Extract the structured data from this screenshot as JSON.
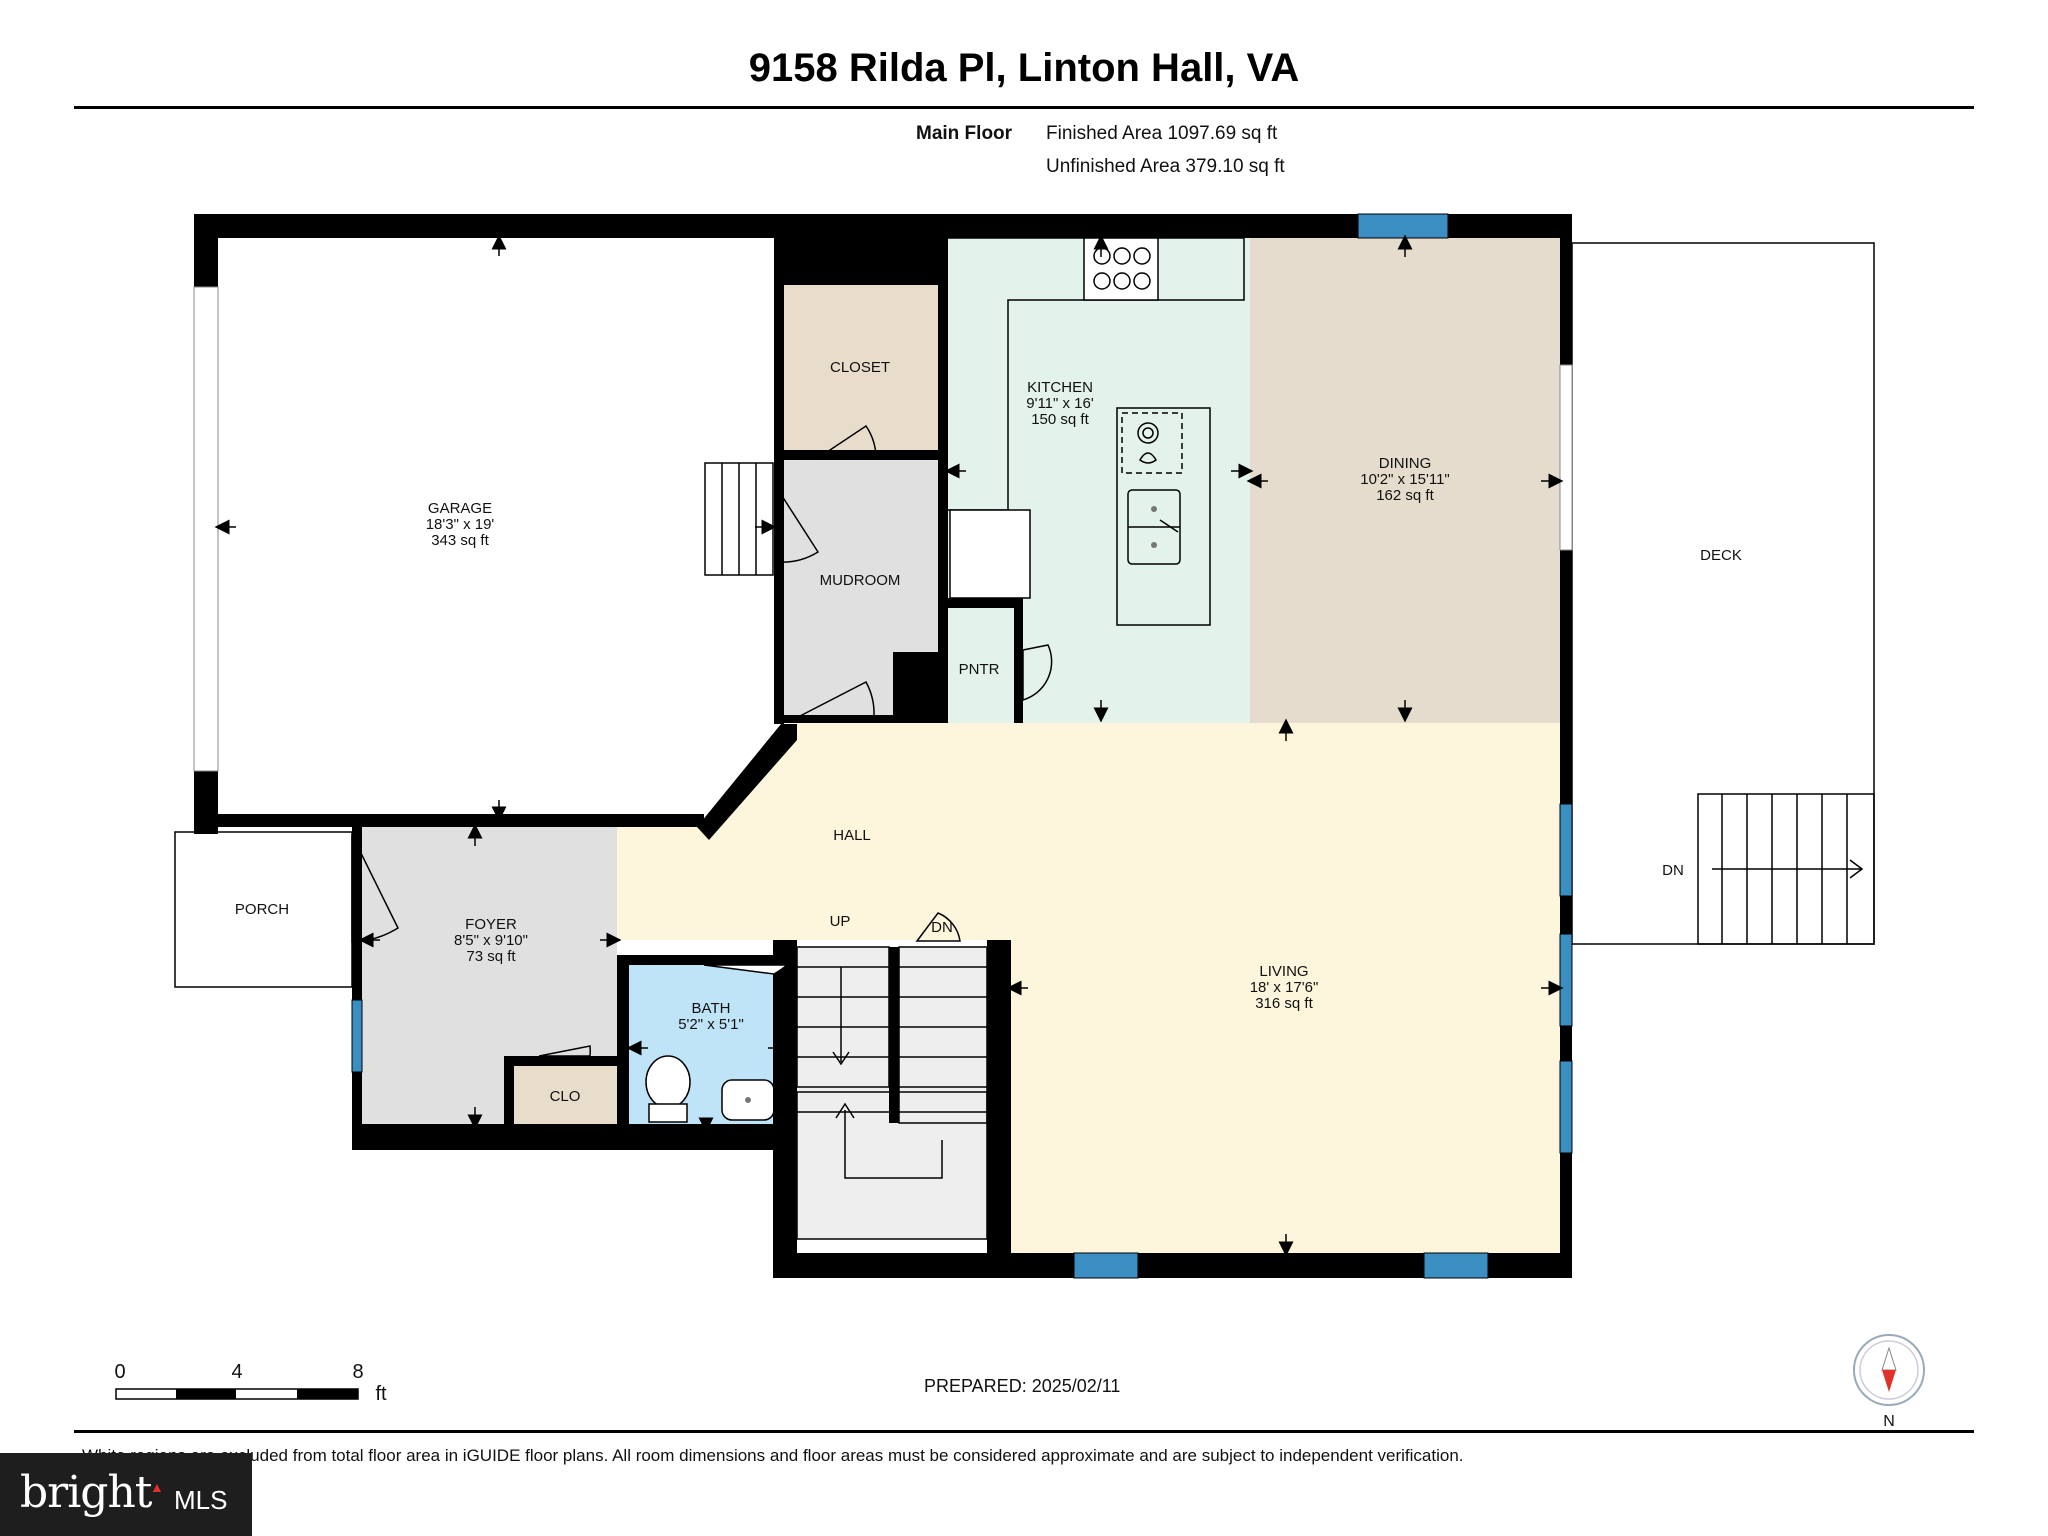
{
  "title": "9158 Rilda Pl, Linton Hall, VA",
  "floor": {
    "label": "Main Floor",
    "finished_area": "Finished Area 1097.69 sq ft",
    "unfinished_area": "Unfinished Area 379.10 sq ft"
  },
  "rooms": {
    "garage": {
      "name": "GARAGE",
      "dims": "18'3\" x 19'",
      "area": "343 sq ft"
    },
    "closet": {
      "name": "CLOSET"
    },
    "kitchen": {
      "name": "KITCHEN",
      "dims": "9'11\" x 16'",
      "area": "150 sq ft"
    },
    "dining": {
      "name": "DINING",
      "dims": "10'2\" x 15'11\"",
      "area": "162 sq ft"
    },
    "deck": {
      "name": "DECK"
    },
    "mudroom": {
      "name": "MUDROOM"
    },
    "pantry": {
      "name": "PNTR"
    },
    "hall": {
      "name": "HALL"
    },
    "porch": {
      "name": "PORCH"
    },
    "foyer": {
      "name": "FOYER",
      "dims": "8'5\" x 9'10\"",
      "area": "73 sq ft"
    },
    "bath": {
      "name": "BATH",
      "dims": "5'2\" x 5'1\""
    },
    "clo": {
      "name": "CLO"
    },
    "living": {
      "name": "LIVING",
      "dims": "18' x 17'6\"",
      "area": "316 sq ft"
    }
  },
  "stairs": {
    "up": "UP",
    "down": "DN",
    "deck_down": "DN"
  },
  "scale": {
    "ticks": [
      "0",
      "4",
      "8"
    ],
    "unit": "ft"
  },
  "prepared": "PREPARED: 2025/02/11",
  "compass": {
    "label": "N"
  },
  "disclaimer": "White regions are excluded from total floor area in iGUIDE floor plans. All room dimensions and floor areas must be considered approximate and are subject to independent verification.",
  "logo": {
    "word": "bright",
    "suffix": "MLS"
  },
  "colors": {
    "wall": "#000000",
    "kitchen": "#e3f2ea",
    "dining": "#e6dccd",
    "living_hall": "#fdf6dc",
    "mudroom_foyer": "#e0e0e0",
    "closet": "#e8dccb",
    "bath": "#bfe3f7",
    "window": "#3a8ec2"
  }
}
